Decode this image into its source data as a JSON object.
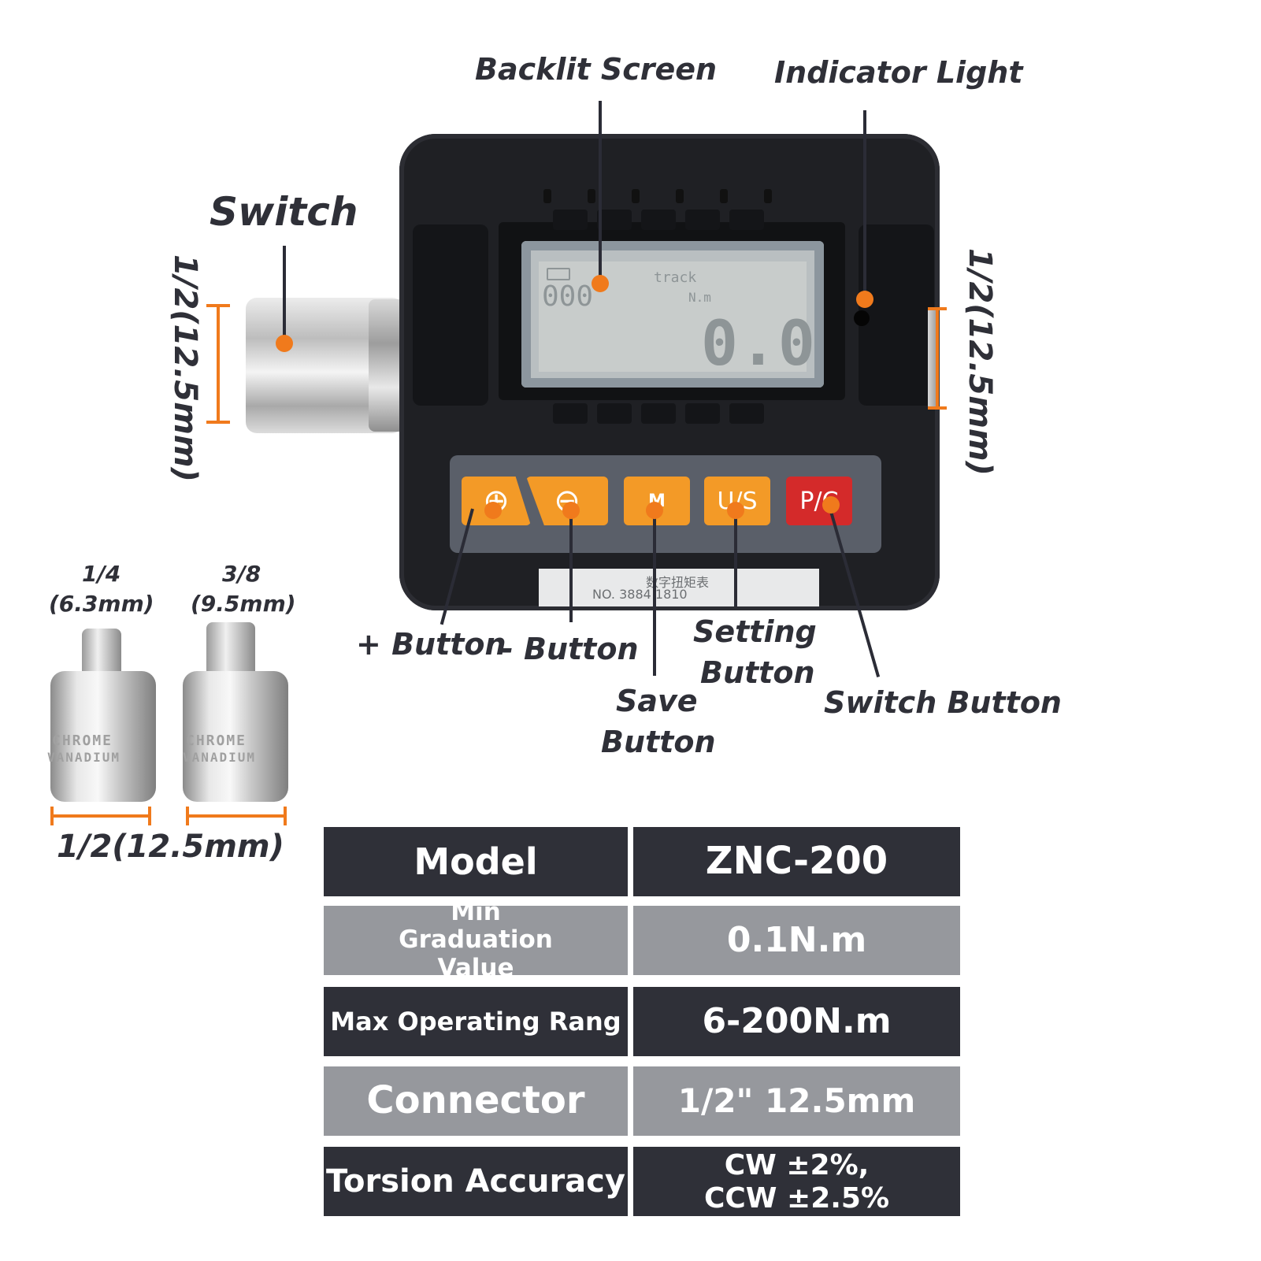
{
  "callouts": {
    "backlit_screen": "Backlit Screen",
    "indicator_light": "Indicator Light",
    "switch": "Switch",
    "plus_button": "+ Button",
    "minus_button": "- Button",
    "save_button_line1": "Save",
    "save_button_line2": "Button",
    "setting_button_line1": "Setting",
    "setting_button_line2": "Button",
    "switch_button": "Switch Button"
  },
  "dimensions": {
    "left_drive": "1/2(12.5mm)",
    "right_drive": "1/2(12.5mm)",
    "adapter_a_size": "1/4",
    "adapter_a_mm": "(6.3mm)",
    "adapter_b_size": "3/8",
    "adapter_b_mm": "(9.5mm)",
    "adapter_base": "1/2(12.5mm)"
  },
  "device": {
    "lcd_counter": "000",
    "lcd_mode": "track",
    "lcd_unit": "N.m",
    "lcd_value": "0.0",
    "keys": [
      "⊕",
      "⊖",
      "M",
      "U/S",
      "P/C"
    ],
    "sticker_line1": "数字扭矩表",
    "sticker_line2": "NO. 3884 1810"
  },
  "adapter_engraving": {
    "line1": "CHROME",
    "line2": "VANADIUM"
  },
  "colors": {
    "accent_orange": "#f07a1c",
    "key_red": "#d42a2a",
    "table_dark": "#2f3038",
    "table_gray": "#96989d"
  },
  "spec_table": [
    {
      "label": "Model",
      "value": "ZNC-200"
    },
    {
      "label": "Min Graduation Value",
      "value": "0.1N.m"
    },
    {
      "label": "Max Operating Rang",
      "value": "6-200N.m"
    },
    {
      "label": "Connector",
      "value": "1/2\" 12.5mm"
    },
    {
      "label": "Torsion Accuracy",
      "value_line1": "CW ±2%,",
      "value_line2": "CCW ±2.5%"
    }
  ]
}
